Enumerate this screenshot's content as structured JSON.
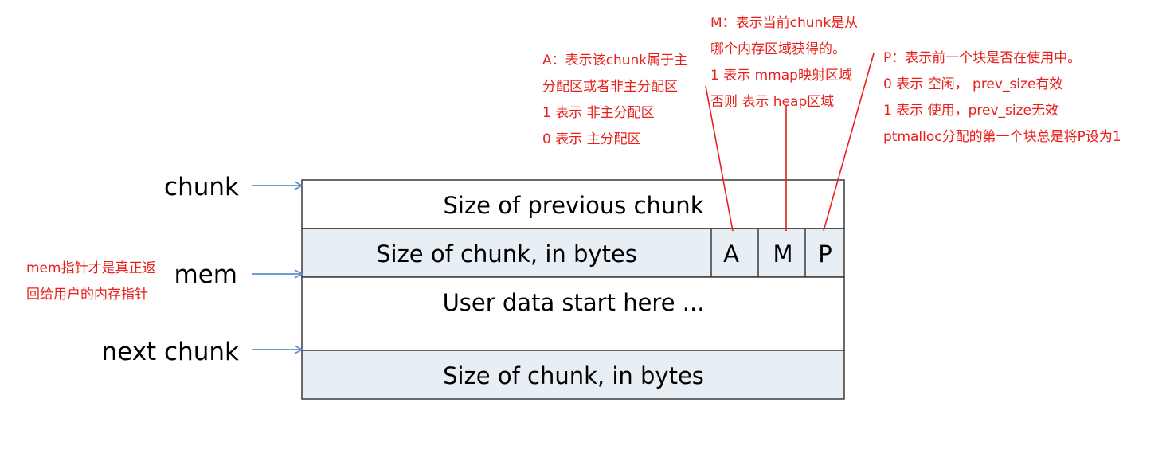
{
  "colors": {
    "annotation": "#e8201c",
    "arrow": "#5b8fcf",
    "cell_fill": "#e7eef4",
    "border": "#3a3a3a"
  },
  "labels": {
    "chunk": "chunk",
    "mem": "mem",
    "next_chunk": "next chunk"
  },
  "cells": {
    "prev_size": "Size of previous chunk",
    "size": "Size of chunk, in bytes",
    "flag_a": "A",
    "flag_m": "M",
    "flag_p": "P",
    "user_data": "User data start here ...",
    "next_size": "Size of chunk, in bytes"
  },
  "notes": {
    "a": [
      "A：表示该chunk属于主",
      "分配区或者非主分配区",
      "1 表示 非主分配区",
      "0 表示 主分配区"
    ],
    "m": [
      "M：表示当前chunk是从",
      "哪个内存区域获得的。",
      "1 表示 mmap映射区域",
      "否则 表示 heap区域"
    ],
    "p": [
      "P：表示前一个块是否在使用中。",
      "0 表示 空闲，  prev_size有效",
      "1 表示 使用，prev_size无效",
      "ptmalloc分配的第一个块总是将P设为1"
    ],
    "mem": [
      "mem指针才是真正返",
      "回给用户的内存指针"
    ]
  }
}
